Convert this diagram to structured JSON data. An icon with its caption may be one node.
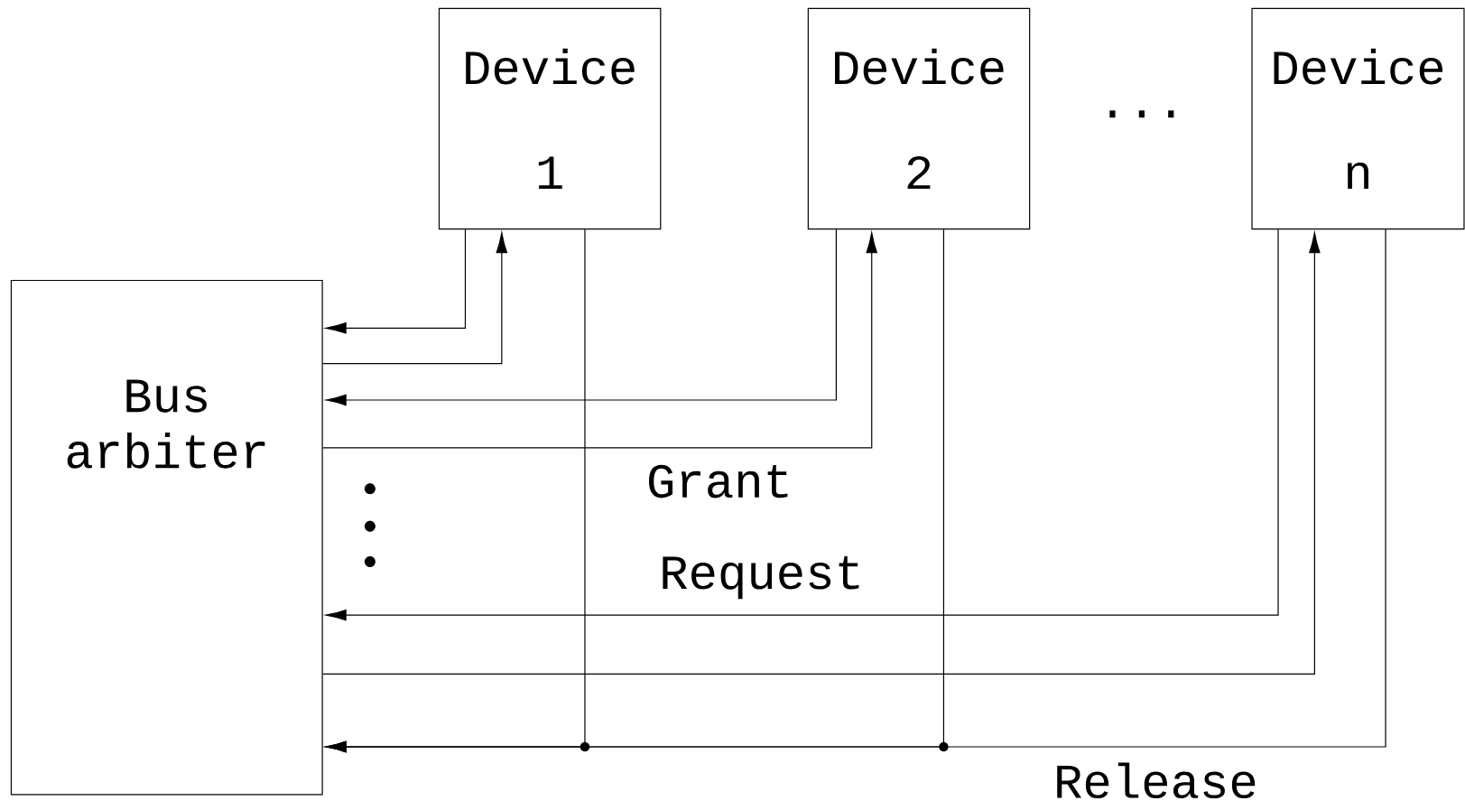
{
  "diagram": {
    "nodes": [
      {
        "text": [
          "Device 1"
        ]
      },
      {
        "text": [
          "Device 2"
        ]
      },
      {
        "text": [
          "Device n"
        ]
      },
      {
        "text": [
          "Bus arbiter"
        ]
      }
    ],
    "edges": [
      {
        "from": 0,
        "to": 3,
        "arrow": "to"
      },
      {
        "from": 3,
        "to": 0,
        "arrow": "to"
      },
      {
        "from": 1,
        "to": 3,
        "arrow": "to"
      },
      {
        "from": 3,
        "to": 1,
        "arrow": "to"
      },
      {
        "from": 2,
        "to": 3,
        "arrow": "to"
      },
      {
        "from": 3,
        "to": 2,
        "arrow": "to"
      },
      {
        "from": 0,
        "to": 3,
        "arrow": "to"
      },
      {
        "from": 1,
        "to": 3,
        "arrow": "to"
      },
      {
        "from": 2,
        "to": 3,
        "arrow": "to"
      }
    ],
    "labels": [
      "...",
      "Grant",
      "Request",
      "Release"
    ]
  }
}
